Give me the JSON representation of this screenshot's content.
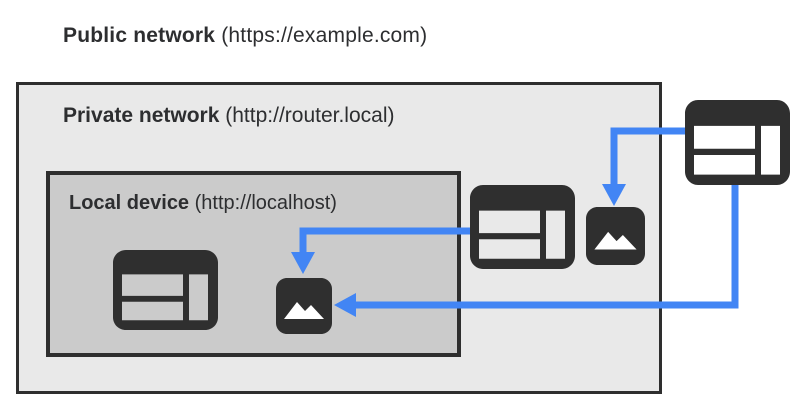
{
  "labels": {
    "public": {
      "bold": "Public network",
      "url": "(https://example.com)"
    },
    "private": {
      "bold": "Private network",
      "url": "(http://router.local)"
    },
    "local": {
      "bold": "Local device",
      "url": "(http://localhost)"
    }
  },
  "nodes": [
    {
      "id": "public-browser",
      "icon": "browser-window-icon",
      "area": "public-network"
    },
    {
      "id": "private-browser",
      "icon": "browser-window-icon",
      "area": "private-network"
    },
    {
      "id": "private-image",
      "icon": "image-icon",
      "area": "private-network"
    },
    {
      "id": "local-browser",
      "icon": "browser-window-icon",
      "area": "local-device"
    },
    {
      "id": "local-image",
      "icon": "image-icon",
      "area": "local-device"
    }
  ],
  "arrows": [
    {
      "from": "public-browser",
      "to": "private-image",
      "color": "#4285F4"
    },
    {
      "from": "public-browser",
      "to": "local-image",
      "color": "#4285F4"
    },
    {
      "from": "private-browser",
      "to": "local-image",
      "color": "#4285F4"
    }
  ],
  "colors": {
    "page-bg": "#FFFFFF",
    "text": "#2D2E30",
    "border-dark": "#2E2E2E",
    "private-bg": "#E9E9E9",
    "local-bg": "#CBCBCB",
    "icon-dark": "#2F2F2F",
    "glyph-light": "#FFFFFF",
    "arrow-blue": "#4285F4"
  }
}
